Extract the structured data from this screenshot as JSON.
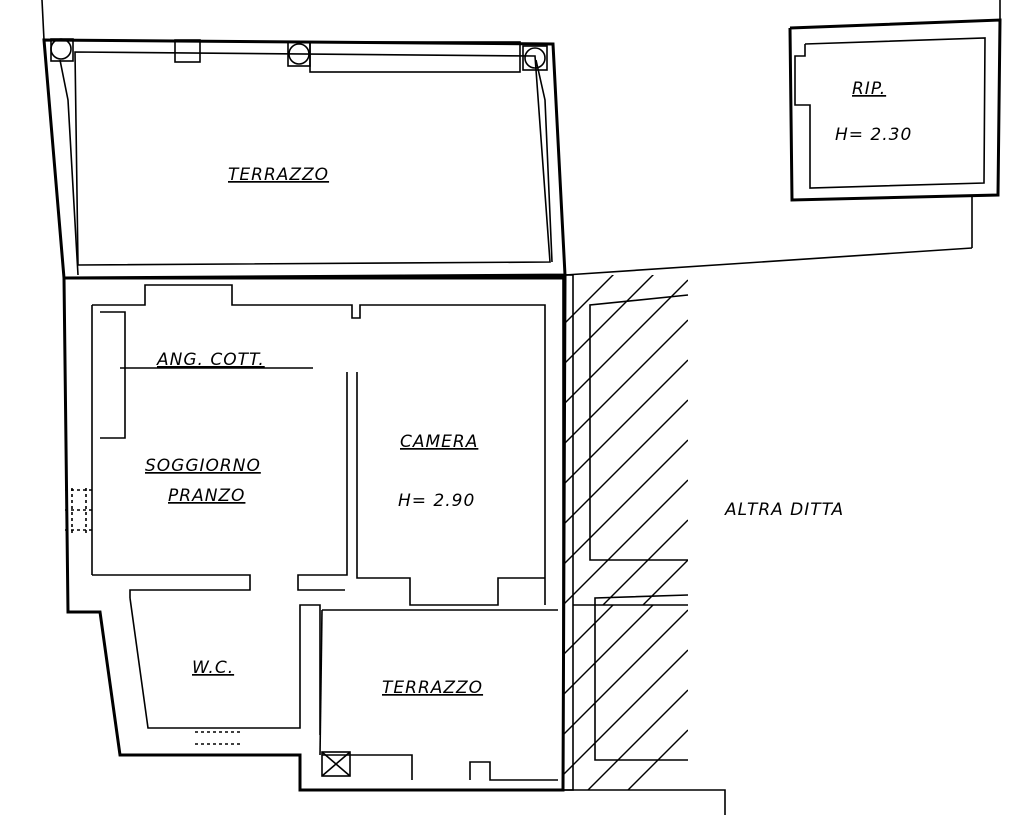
{
  "rooms": {
    "terrazzo_top": "TERRAZZO",
    "rip": "RIP.",
    "rip_height": "H= 2.30",
    "ang_cott": "ANG. COTT.",
    "soggiorno_line1": "SOGGIORNO",
    "soggiorno_line2": "PRANZO",
    "camera": "CAMERA",
    "camera_height": "H= 2.90",
    "wc": "W.C.",
    "terrazzo_bottom": "TERRAZZO",
    "altra_ditta": "ALTRA DITTA"
  }
}
